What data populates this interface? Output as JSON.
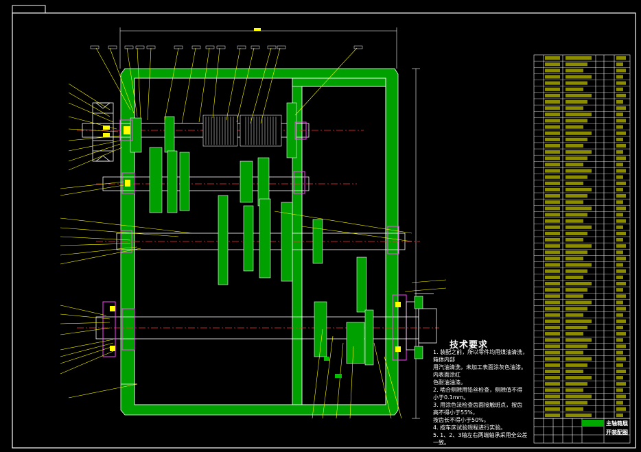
{
  "technical_requirements": {
    "title": "技术要求",
    "items": [
      "1. 装配之前，所以零件均用煤油清洗，",
      "箱体内部",
      "用汽油清洗，未加工表面涂灰色油漆。",
      "内表面涂红",
      "色耐油油漆。",
      "2. 啮合侧隙用铅丝检查，侧隙值不得",
      "小于0.1mm。",
      "3. 用涂色法检查齿面接触斑点，按齿",
      "高不得小于55%，",
      "按齿长不得小于50%。",
      "4. 按车床试验规程进行实验。",
      "5. 1、2、3轴左右两端轴承采用全公差",
      "一致。"
    ]
  },
  "title_block": {
    "drawing_name": "主轴箱展",
    "drawing_sub": "开装配图"
  },
  "colors": {
    "background": "#000000",
    "housing": "#00a000",
    "outline": "#ffffff",
    "centerline": "#ff3030",
    "leader": "#ffff00",
    "component": "#ff40ff",
    "gear": "#00c000"
  }
}
